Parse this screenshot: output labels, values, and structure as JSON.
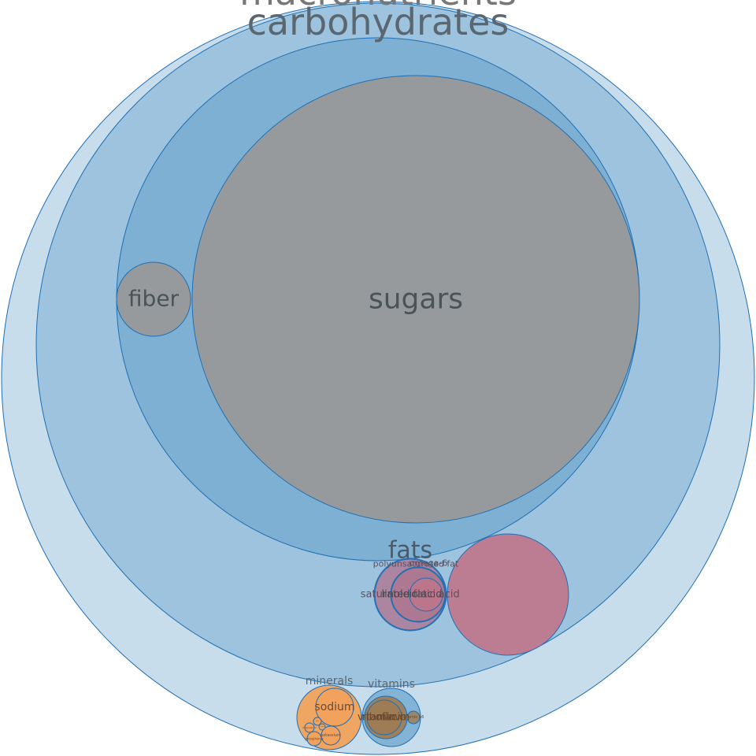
{
  "chart_data": {
    "type": "circle-packing",
    "root": {
      "label": "macronutrients",
      "children": [
        {
          "label": "carbohydrates",
          "children": [
            {
              "label": "",
              "children": [
                {
                  "label": "sugars"
                },
                {
                  "label": "fiber"
                }
              ]
            },
            {
              "label": "fats",
              "children": [
                {
                  "label": "saturated fat"
                },
                {
                  "label": "polyunsaturated fat"
                },
                {
                  "label": "omega-6"
                },
                {
                  "label": "linoleic acid"
                },
                {
                  "label": "oleic acid"
                },
                {
                  "label": "monounsaturated fat"
                }
              ]
            },
            {
              "label": ""
            }
          ]
        },
        {
          "label": "minerals",
          "children": [
            {
              "label": "sodium"
            },
            {
              "label": "potassium"
            },
            {
              "label": "phosphorus"
            },
            {
              "label": "magnesium"
            },
            {
              "label": "iron"
            },
            {
              "label": "zinc"
            }
          ]
        },
        {
          "label": "vitamins",
          "children": [
            {
              "label": "vitamin c"
            },
            {
              "label": "riboflavin"
            },
            {
              "label": "niacin"
            },
            {
              "label": "vitamin b6"
            }
          ]
        }
      ]
    },
    "colors": {
      "level_blue": "#1f77b4",
      "outline": "#1f6fb4",
      "gray": "#999999",
      "pink": "#c0758a",
      "orange": "#f2a25c",
      "brown": "#a07a50",
      "label": "#555555"
    }
  }
}
